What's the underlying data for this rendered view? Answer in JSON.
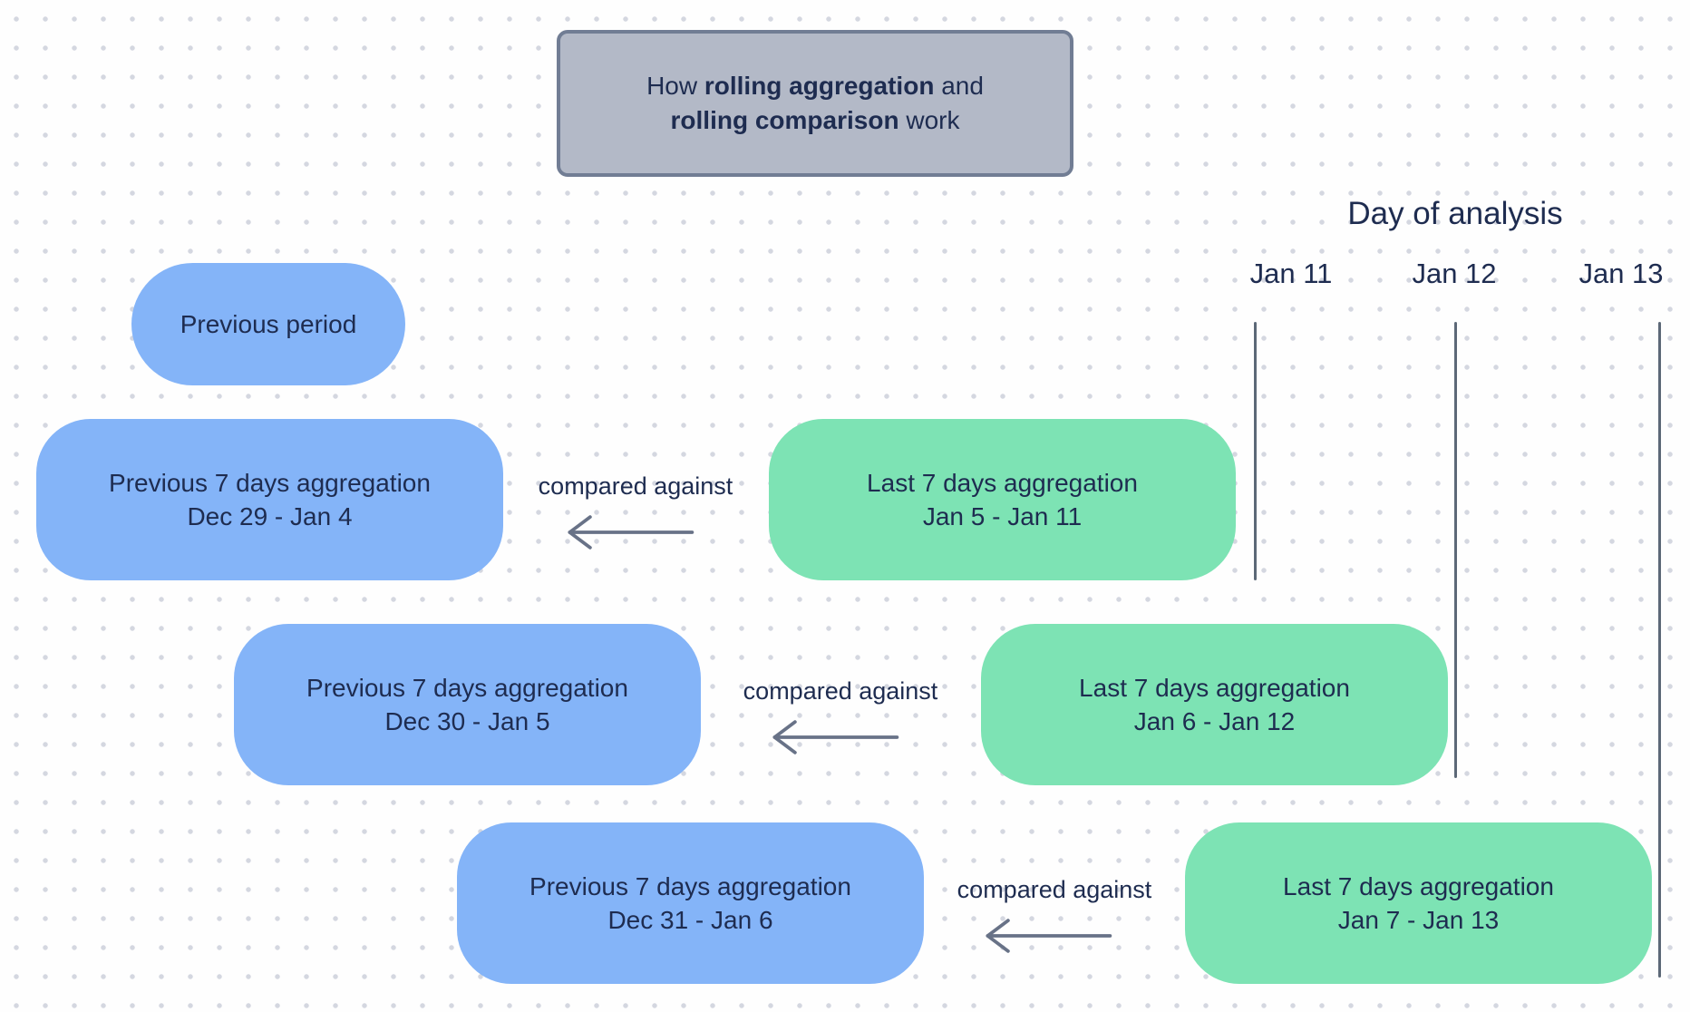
{
  "colors": {
    "previous_fill": "#84b4f8",
    "last_fill": "#7de3b4",
    "title_fill": "#b3b9c7",
    "title_border": "#717d94",
    "text_navy": "#1e2c50",
    "arrow_gray": "#687287",
    "line_gray": "#5c6877",
    "dot_gray": "#d4d7e0"
  },
  "title": {
    "line1_pre": "How ",
    "line1_bold": "rolling aggregation",
    "line1_post": " and",
    "line2_bold": "rolling comparison",
    "line2_post": " work"
  },
  "day_of_analysis": {
    "label": "Day of analysis",
    "dates": [
      "Jan 11",
      "Jan 12",
      "Jan 13"
    ]
  },
  "previous_period": {
    "label": "Previous period"
  },
  "rows": [
    {
      "previous_title": "Previous 7 days aggregation",
      "previous_range": "Dec 29 - Jan 4",
      "compare_label": "compared against",
      "last_title": "Last 7 days aggregation",
      "last_range": "Jan 5 - Jan 11"
    },
    {
      "previous_title": "Previous 7 days aggregation",
      "previous_range": "Dec 30 - Jan 5",
      "compare_label": "compared against",
      "last_title": "Last 7 days aggregation",
      "last_range": "Jan 6 - Jan 12"
    },
    {
      "previous_title": "Previous 7 days aggregation",
      "previous_range": "Dec 31 - Jan 6",
      "compare_label": "compared against",
      "last_title": "Last 7 days aggregation",
      "last_range": "Jan 7 - Jan 13"
    }
  ]
}
